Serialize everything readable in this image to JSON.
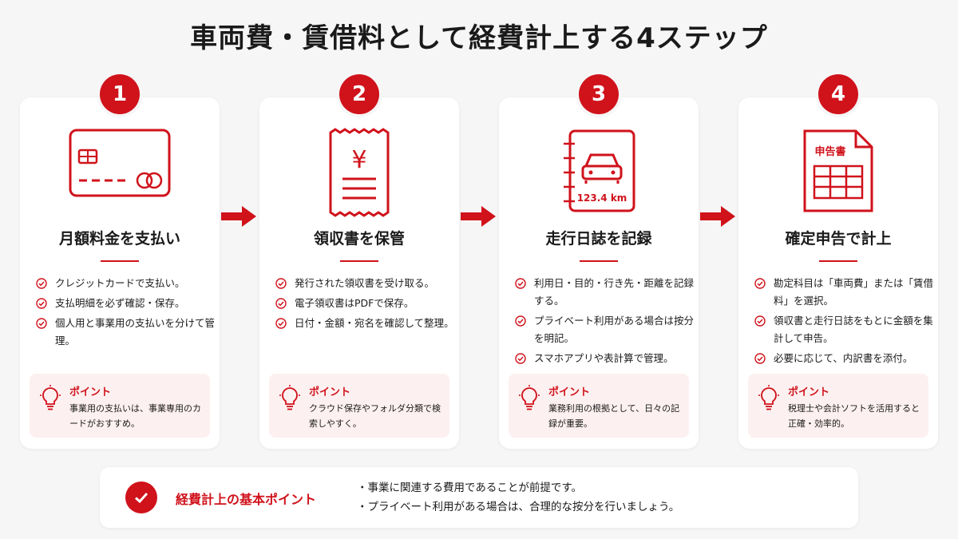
{
  "title": "車両費・賃借料として経費計上する4ステップ",
  "accent_color": "#d0121b",
  "steps": [
    {
      "number": "1",
      "icon": "credit-card-icon",
      "title": "月額料金を支払い",
      "items": [
        "クレジットカードで支払い。",
        "支払明細を必ず確認・保存。",
        "個人用と事業用の支払いを分けて管理。"
      ],
      "point_label": "ポイント",
      "point_text": "事業用の支払いは、事業専用のカードがおすすめ。"
    },
    {
      "number": "2",
      "icon": "receipt-icon",
      "receipt_symbol": "¥",
      "title": "領収書を保管",
      "items": [
        "発行された領収書を受け取る。",
        "電子領収書はPDFで保存。",
        "日付・金額・宛名を確認して整理。"
      ],
      "point_label": "ポイント",
      "point_text": "クラウド保存やフォルダ分類で検索しやすく。"
    },
    {
      "number": "3",
      "icon": "logbook-car-icon",
      "logbook_text": "123.4 km",
      "title": "走行日誌を記録",
      "items": [
        "利用日・目的・行き先・距離を記録する。",
        "プライベート利用がある場合は按分を明記。",
        "スマホアプリや表計算で管理。"
      ],
      "point_label": "ポイント",
      "point_text": "業務利用の根拠として、日々の記録が重要。"
    },
    {
      "number": "4",
      "icon": "tax-return-document-icon",
      "document_label": "申告書",
      "title": "確定申告で計上",
      "items": [
        "勘定科目は「車両費」または「賃借料」を選択。",
        "領収書と走行日誌をもとに金額を集計して申告。",
        "必要に応じて、内訳書を添付。"
      ],
      "point_label": "ポイント",
      "point_text": "税理士や会計ソフトを活用すると正確・効率的。"
    }
  ],
  "footer": {
    "label": "経費計上の基本ポイント",
    "notes": [
      "・事業に関連する費用であることが前提です。",
      "・プライベート利用がある場合は、合理的な按分を行いましょう。"
    ]
  }
}
